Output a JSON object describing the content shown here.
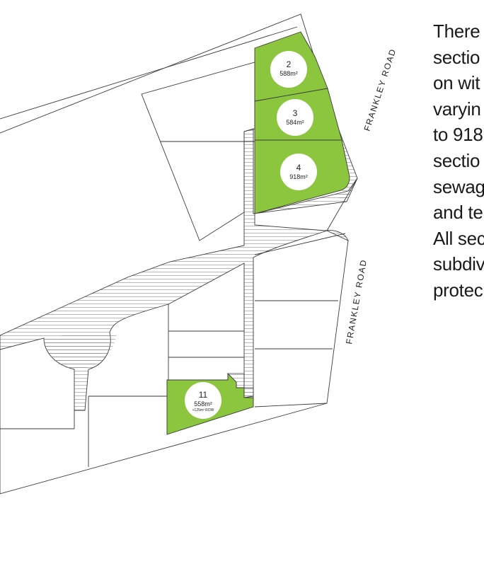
{
  "side_text": {
    "lines": [
      "There",
      "sectio",
      "on wit",
      "varyin",
      "to 918",
      "sectio",
      "sewag",
      "and te",
      "All sec",
      "subdiv",
      "protec"
    ]
  },
  "roads": {
    "upper_label": "FRANKLEY ROAD",
    "lower_label": "FRANKLEY ROAD"
  },
  "lots": [
    {
      "number": "2",
      "area": "588m²"
    },
    {
      "number": "3",
      "area": "584m²"
    },
    {
      "number": "4",
      "area": "918m²"
    },
    {
      "number": "11",
      "area": "558m²",
      "note": "+125m² ROW"
    }
  ],
  "colors": {
    "available_lot": "#8cc63f",
    "boundary": "#3a3a3a",
    "row_hatch": "#8a8a8a",
    "text": "#1a1a1a"
  }
}
